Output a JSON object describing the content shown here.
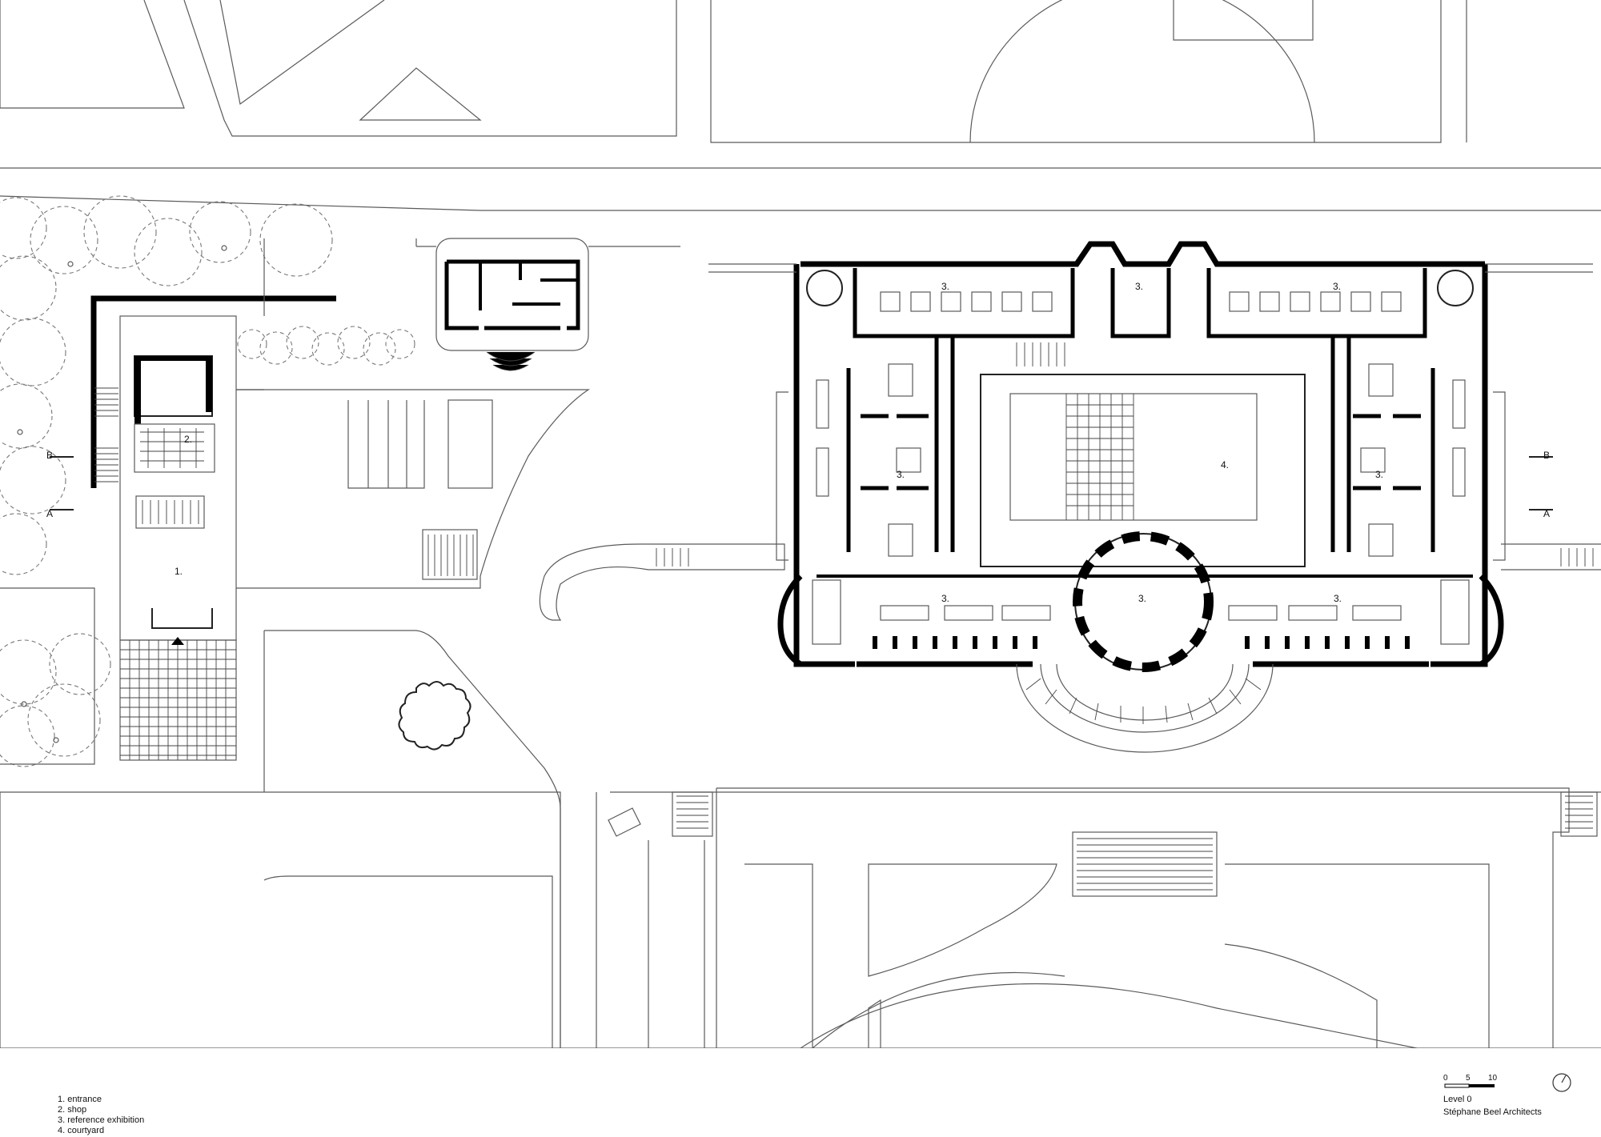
{
  "plan": {
    "room_labels": {
      "entrance": "1.",
      "shop": "2.",
      "exhibition": "3.",
      "courtyard": "4."
    },
    "section_marks": {
      "a": "A",
      "b": "B"
    }
  },
  "legend": {
    "items": [
      "1. entrance",
      "2. shop",
      "3. reference exhibition",
      "4. courtyard"
    ]
  },
  "scale_bar": {
    "ticks": [
      "0",
      "5",
      "10"
    ]
  },
  "title_block": {
    "level": "Level 0",
    "architect": "Stéphane Beel Architects"
  },
  "icons": {
    "north_arrow": "north-arrow-icon",
    "entrance_arrow": "triangle-icon"
  }
}
